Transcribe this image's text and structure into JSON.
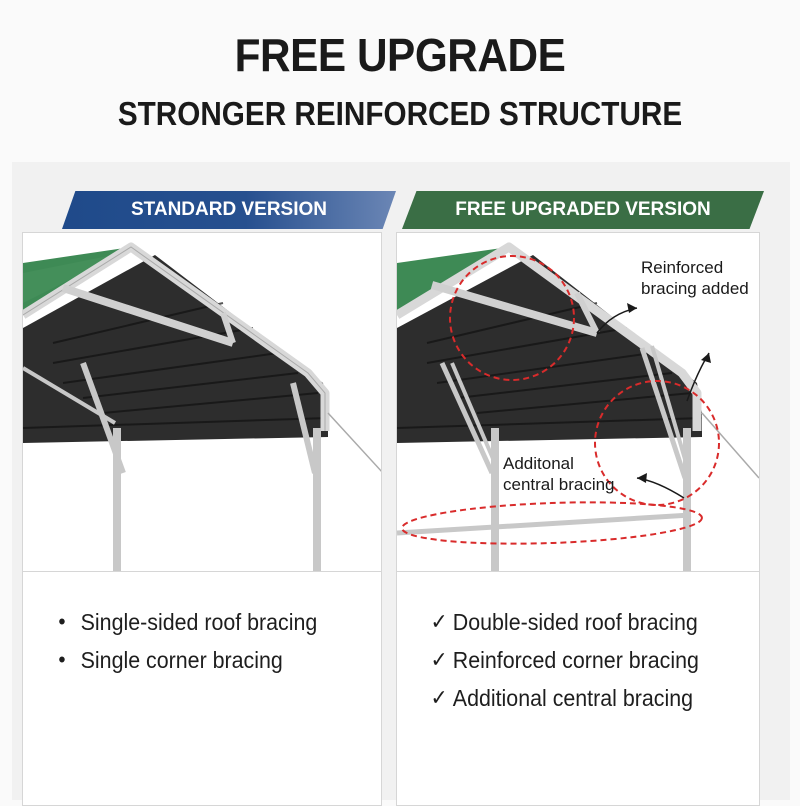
{
  "header": {
    "title": "FREE UPGRADE",
    "subtitle": "STRONGER REINFORCED STRUCTURE"
  },
  "colors": {
    "blue_banner": "#27508f",
    "green_banner": "#3a6e45",
    "roof_green": "#3e8a55",
    "roof_dark": "#2b2b2b",
    "frame_gray": "#c8c8c8",
    "highlight_red": "#d92b2b"
  },
  "standard": {
    "banner": "STANDARD VERSION",
    "features": [
      {
        "icon": "bullet-icon",
        "mark": "•",
        "label": "Single-sided roof bracing"
      },
      {
        "icon": "bullet-icon",
        "mark": "•",
        "label": "Single corner bracing"
      }
    ]
  },
  "upgraded": {
    "banner": "FREE UPGRADED VERSION",
    "annotations": {
      "reinforced_line1": "Reinforced",
      "reinforced_line2": "bracing added",
      "central_line1": "Additonal",
      "central_line2": "central bracing"
    },
    "features": [
      {
        "icon": "check-icon",
        "mark": "✓",
        "label": "Double-sided roof bracing"
      },
      {
        "icon": "check-icon",
        "mark": "✓",
        "label": "Reinforced corner bracing"
      },
      {
        "icon": "check-icon",
        "mark": "✓",
        "label": "Additional central bracing"
      }
    ]
  }
}
